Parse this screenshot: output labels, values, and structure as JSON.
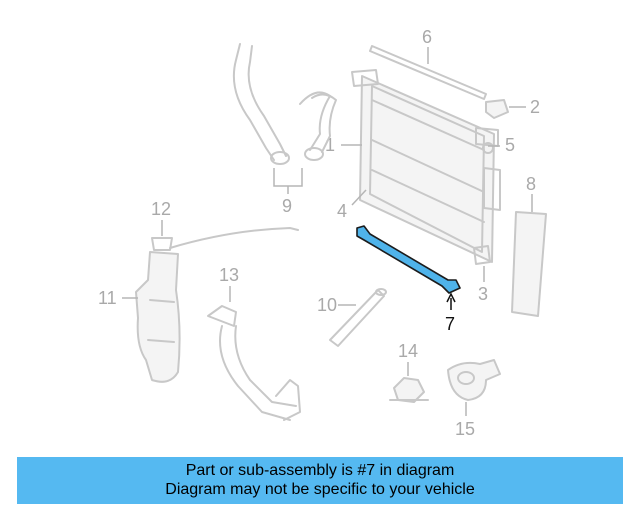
{
  "diagram": {
    "callouts": {
      "c1": "1",
      "c2": "2",
      "c3": "3",
      "c4": "4",
      "c5": "5",
      "c6": "6",
      "c7": "7",
      "c8": "8",
      "c9": "9",
      "c10": "10",
      "c11": "11",
      "c12": "12",
      "c13": "13",
      "c14": "14",
      "c15": "15"
    },
    "highlighted_part": "7",
    "highlight_color": "#4fb3ea",
    "part_color": "#c8c8c8"
  },
  "banner": {
    "line1": "Part or sub-assembly is #7 in diagram",
    "line2": "Diagram may not be specific to your vehicle",
    "background": "#55b9f1"
  }
}
